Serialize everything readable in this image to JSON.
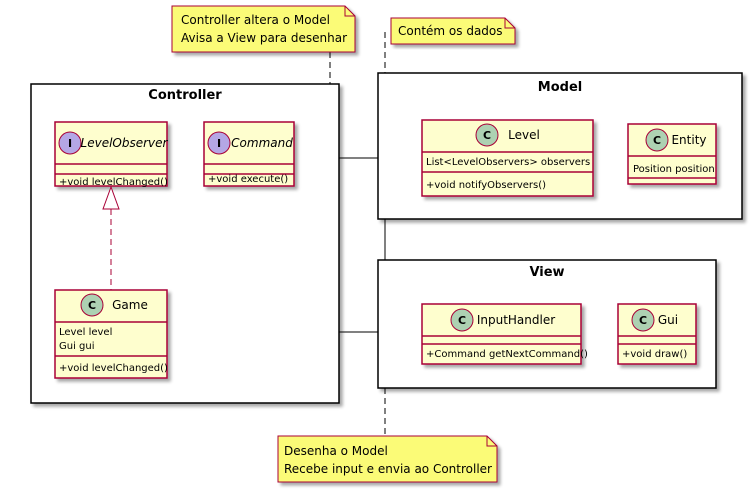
{
  "colors": {
    "class_fill": "#FEFECE",
    "class_border": "#A80036",
    "class_circle": "#ADD1B2",
    "interface_circle": "#B4A7E5",
    "note_fill": "#FBFB77",
    "package_border": "#000000"
  },
  "notes": {
    "controller_note": [
      "Controller altera o Model",
      "Avisa a View para desenhar"
    ],
    "model_note": [
      "Contém os dados"
    ],
    "view_note": [
      "Desenha o Model",
      "Recebe input e envia ao Controller"
    ]
  },
  "packages": {
    "controller": {
      "title": "Controller",
      "level_observer": {
        "glyph": "I",
        "name": "LevelObserver",
        "methods": [
          "+void levelChanged()"
        ]
      },
      "command": {
        "glyph": "I",
        "name": "Command",
        "methods": [
          "+void execute()"
        ]
      },
      "game": {
        "glyph": "C",
        "name": "Game",
        "fields": [
          "Level level",
          "Gui gui"
        ],
        "methods": [
          "+void levelChanged()"
        ]
      }
    },
    "model": {
      "title": "Model",
      "level": {
        "glyph": "C",
        "name": "Level",
        "fields": [
          "List<LevelObservers> observers"
        ],
        "methods": [
          "+void notifyObservers()"
        ]
      },
      "entity": {
        "glyph": "C",
        "name": "Entity",
        "fields": [
          "Position position"
        ]
      }
    },
    "view": {
      "title": "View",
      "input_handler": {
        "glyph": "C",
        "name": "InputHandler",
        "methods": [
          "+Command getNextCommand()"
        ]
      },
      "gui": {
        "glyph": "C",
        "name": "Gui",
        "methods": [
          "+void draw()"
        ]
      }
    }
  }
}
